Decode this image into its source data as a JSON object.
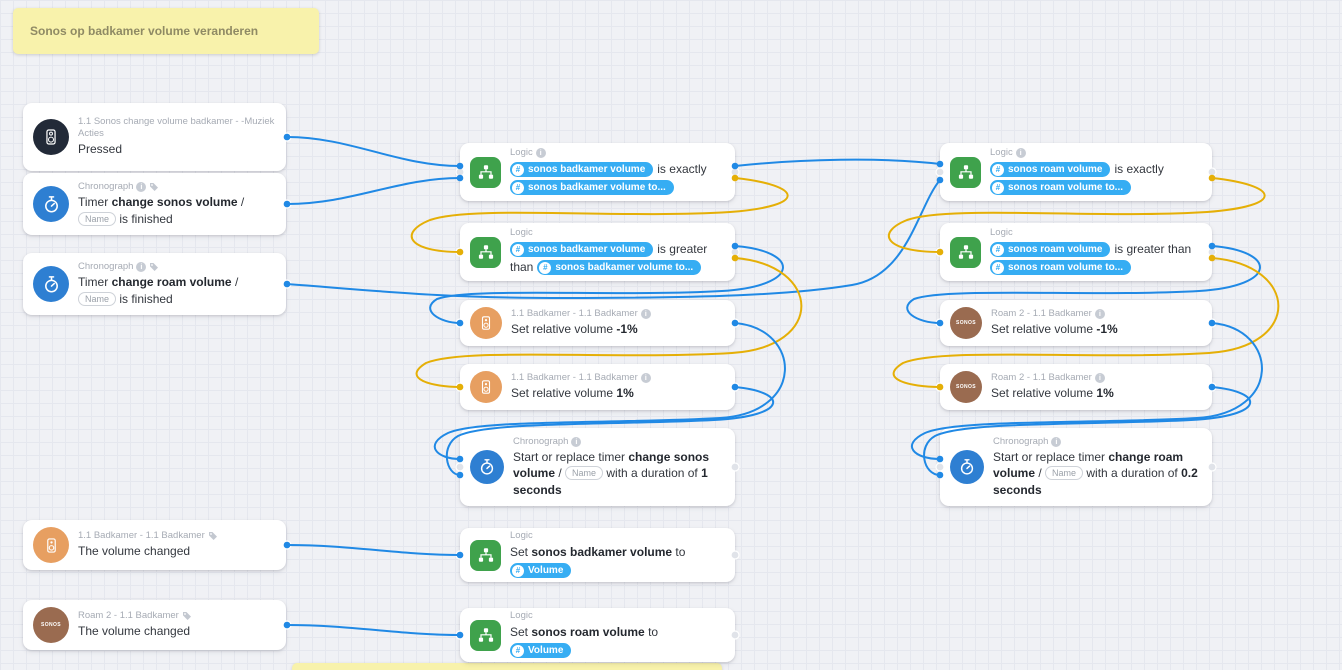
{
  "note": {
    "text": "Sonos op badkamer volume veranderen"
  },
  "misc": {
    "chip_hash": "#",
    "info": "i"
  },
  "colors": {
    "wire_blue": "#2089e5",
    "wire_yellow": "#e5af06",
    "chip_blue": "#36adf3",
    "logic_green": "#3fa24c",
    "timer_blue": "#2e7fd2",
    "speaker_orange": "#e79f61",
    "roam_brown": "#9a6b50",
    "sonos_dark": "#222a38",
    "note_yellow": "#f8f2ab"
  },
  "cards": {
    "pressed": {
      "icon": "sonos-speaker-icon",
      "header": "1.1 Sonos change volume badkamer - -Muziek Acties",
      "body": "Pressed"
    },
    "timer_sonos_finished": {
      "icon": "stopwatch-icon",
      "header": "Chronograph",
      "body_pre": "Timer ",
      "body_bold": "change sonos volume",
      "body_sep": " / ",
      "name_chip": "Name",
      "body_post": " is finished"
    },
    "timer_roam_finished": {
      "icon": "stopwatch-icon",
      "header": "Chronograph",
      "body_pre": "Timer ",
      "body_bold": "change roam volume",
      "body_sep": " / ",
      "name_chip": "Name",
      "body_post": " is finished"
    },
    "volume_changed_badkamer": {
      "icon": "speaker-icon",
      "header": "1.1 Badkamer - 1.1 Badkamer",
      "body": "The volume changed"
    },
    "volume_changed_roam": {
      "icon": "sonos-logo-icon",
      "logo": "SONOS",
      "header": "Roam 2 - 1.1 Badkamer",
      "body": "The volume changed"
    },
    "logic_exact_badkamer": {
      "icon": "logic-icon",
      "header": "Logic",
      "chip1": "sonos badkamer volume",
      "op": "is exactly",
      "chip2": "sonos badkamer volume to..."
    },
    "logic_greater_badkamer": {
      "icon": "logic-icon",
      "header": "Logic",
      "chip1": "sonos badkamer volume",
      "op1": "is greater",
      "op2": "than",
      "chip2": "sonos badkamer volume to..."
    },
    "set_rel_badkamer_down": {
      "icon": "speaker-icon",
      "header": "1.1 Badkamer - 1.1 Badkamer",
      "body_pre": "Set relative volume ",
      "value": "-1%"
    },
    "set_rel_badkamer_up": {
      "icon": "speaker-icon",
      "header": "1.1 Badkamer - 1.1 Badkamer",
      "body_pre": "Set relative volume ",
      "value": "1%"
    },
    "timer_start_sonos": {
      "icon": "stopwatch-icon",
      "header": "Chronograph",
      "body_pre": "Start or replace timer ",
      "body_bold": "change sonos volume",
      "body_sep": " / ",
      "name_chip": "Name",
      "body_mid": " with a duration of ",
      "duration": "1 seconds"
    },
    "set_var_badkamer": {
      "icon": "logic-icon",
      "header": "Logic",
      "body_pre": "Set ",
      "body_bold": "sonos badkamer volume",
      "body_post": " to",
      "chip": "Volume"
    },
    "set_var_roam": {
      "icon": "logic-icon",
      "header": "Logic",
      "body_pre": "Set ",
      "body_bold": "sonos roam volume",
      "body_post": " to",
      "chip": "Volume"
    },
    "logic_exact_roam": {
      "icon": "logic-icon",
      "header": "Logic",
      "chip1": "sonos roam volume",
      "op": "is exactly",
      "chip2": "sonos roam volume to..."
    },
    "logic_greater_roam": {
      "icon": "logic-icon",
      "header": "Logic",
      "chip1": "sonos roam volume",
      "op": "is greater than",
      "chip2": "sonos roam volume to..."
    },
    "set_rel_roam_down": {
      "icon": "sonos-logo-icon",
      "logo": "SONOS",
      "header": "Roam 2 - 1.1 Badkamer",
      "body_pre": "Set relative volume ",
      "value": "-1%"
    },
    "set_rel_roam_up": {
      "icon": "sonos-logo-icon",
      "logo": "SONOS",
      "header": "Roam 2 - 1.1 Badkamer",
      "body_pre": "Set relative volume ",
      "value": "1%"
    },
    "timer_start_roam": {
      "icon": "stopwatch-icon",
      "header": "Chronograph",
      "body_pre": "Start or replace timer ",
      "body_bold": "change roam volume",
      "body_sep": " / ",
      "name_chip": "Name",
      "body_mid": " with a duration of ",
      "duration": "0.2 seconds"
    }
  },
  "connections": [
    {
      "from": "pressed",
      "to": "logic_exact_badkamer",
      "type": "out",
      "color": "blue"
    },
    {
      "from": "timer_sonos_finished",
      "to": "logic_exact_badkamer",
      "type": "out",
      "color": "blue"
    },
    {
      "from": "timer_roam_finished",
      "to": "logic_exact_roam",
      "type": "out",
      "color": "blue"
    },
    {
      "from": "logic_exact_badkamer",
      "to": "logic_exact_roam",
      "type": "true",
      "color": "blue"
    },
    {
      "from": "logic_exact_badkamer",
      "to": "logic_greater_badkamer",
      "type": "false",
      "color": "yellow"
    },
    {
      "from": "logic_greater_badkamer",
      "to": "set_rel_badkamer_down",
      "type": "true",
      "color": "blue"
    },
    {
      "from": "logic_greater_badkamer",
      "to": "set_rel_badkamer_up",
      "type": "false",
      "color": "yellow"
    },
    {
      "from": "set_rel_badkamer_down",
      "to": "timer_start_sonos",
      "type": "out",
      "color": "blue"
    },
    {
      "from": "set_rel_badkamer_up",
      "to": "timer_start_sonos",
      "type": "out",
      "color": "blue"
    },
    {
      "from": "volume_changed_badkamer",
      "to": "set_var_badkamer",
      "type": "out",
      "color": "blue"
    },
    {
      "from": "volume_changed_roam",
      "to": "set_var_roam",
      "type": "out",
      "color": "blue"
    },
    {
      "from": "logic_exact_roam",
      "to": "logic_greater_roam",
      "type": "false",
      "color": "yellow"
    },
    {
      "from": "logic_greater_roam",
      "to": "set_rel_roam_down",
      "type": "true",
      "color": "blue"
    },
    {
      "from": "logic_greater_roam",
      "to": "set_rel_roam_up",
      "type": "false",
      "color": "yellow"
    },
    {
      "from": "set_rel_roam_down",
      "to": "timer_start_roam",
      "type": "out",
      "color": "blue"
    },
    {
      "from": "set_rel_roam_up",
      "to": "timer_start_roam",
      "type": "out",
      "color": "blue"
    }
  ]
}
